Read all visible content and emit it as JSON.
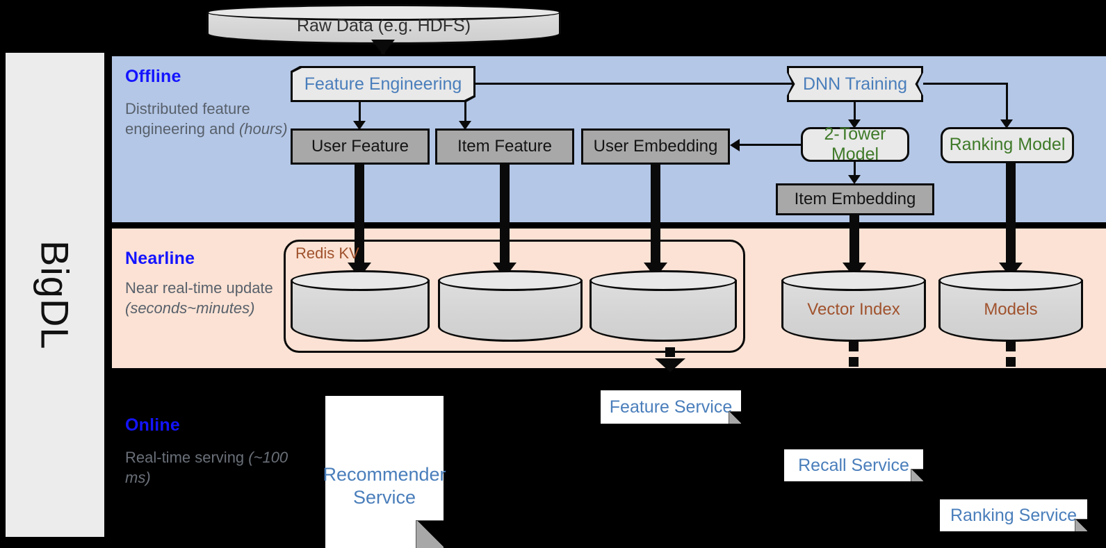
{
  "framework": {
    "name": "BigDL"
  },
  "layers": [
    {
      "id": "offline",
      "title": "Offline",
      "description": "Distributed feature engineering and ",
      "description_em": "(hours)",
      "bg": "#b4c7e7"
    },
    {
      "id": "nearline",
      "title": "Nearline",
      "description": "Near real-time update ",
      "description_em": "(seconds~minutes)",
      "bg": "#fbe2d4"
    },
    {
      "id": "online",
      "title": "Online",
      "description": "Real-time serving ",
      "description_em": "(~100 ms)",
      "bg": "#000000"
    }
  ],
  "nodes": {
    "raw_data": "Raw Data (e.g. HDFS)",
    "feature_engineering": "Feature Engineering",
    "dnn_training": "DNN Training",
    "user_feature": "User Feature",
    "item_feature": "Item Feature",
    "user_embedding": "User Embedding",
    "two_tower_model": "2-Tower Model",
    "ranking_model": "Ranking Model",
    "item_embedding": "Item Embedding",
    "redis_kv": "Redis KV",
    "kv_store_1": "",
    "kv_store_2": "",
    "kv_store_3": "",
    "vector_index": "Vector Index",
    "models": "Models",
    "recommender_service": "Recommender Service",
    "feature_service": "Feature Service",
    "recall_service": "Recall Service",
    "ranking_service": "Ranking Service"
  },
  "colors": {
    "offline_band": "#b4c7e7",
    "nearline_band": "#fbe2d4",
    "online_band": "#000000",
    "layer_title": "#1414ff",
    "layer_subtitle": "#58606b",
    "blue_text": "#4a7ebb",
    "green_text": "#3f7a29",
    "brown_text": "#a0522d",
    "gray_box": "#a8a8a8",
    "light_box": "#e9e9e9",
    "rail": "#ececec",
    "stroke": "#0a0a0a"
  }
}
